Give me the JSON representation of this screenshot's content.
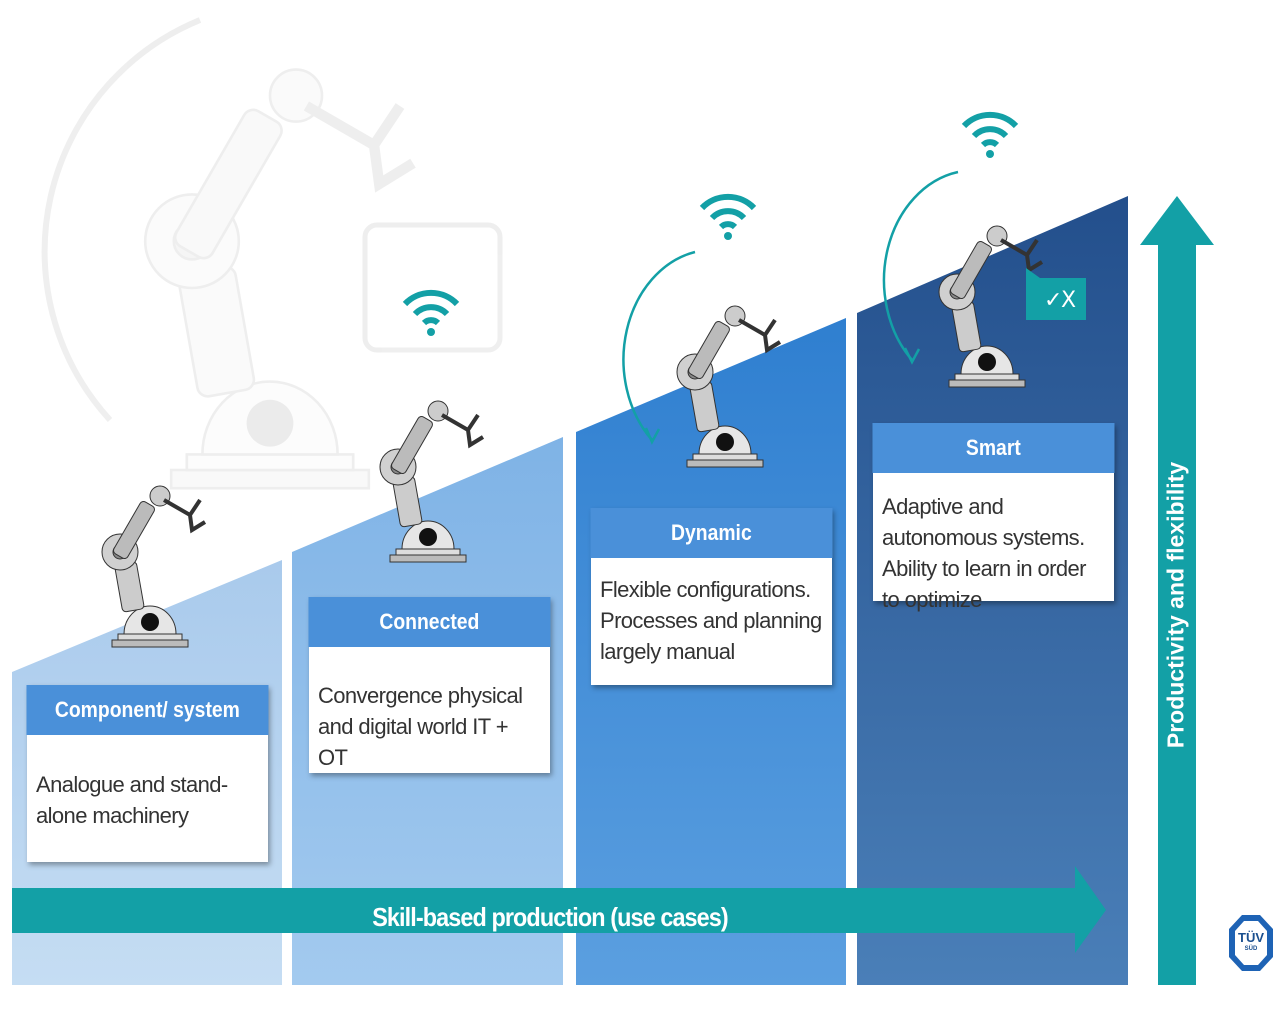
{
  "stages": [
    {
      "title": "Component/ system",
      "description": "Analogue and stand-alone machinery"
    },
    {
      "title": "Connected",
      "description": "Convergence physical and digital world IT + OT"
    },
    {
      "title": "Dynamic",
      "description": "Flexible configurations. Processes and planning largely manual"
    },
    {
      "title": "Smart",
      "description": "Adaptive and autonomous systems. Ability to learn in order to optimize"
    }
  ],
  "horizontal_axis": "Skill-based production (use cases)",
  "vertical_axis": "Productivity and flexibility",
  "logo": {
    "text": "TÜV",
    "subtext": "SÜD"
  },
  "badge": {
    "check": "✓",
    "cross": "X"
  },
  "colors": {
    "teal": "#13a0a6",
    "header_blue": "#4a90d9",
    "col1": "#b9d5ef",
    "col2": "#8ebfea",
    "col3": "#3d8ad6",
    "col4": "#2b5e9a"
  }
}
